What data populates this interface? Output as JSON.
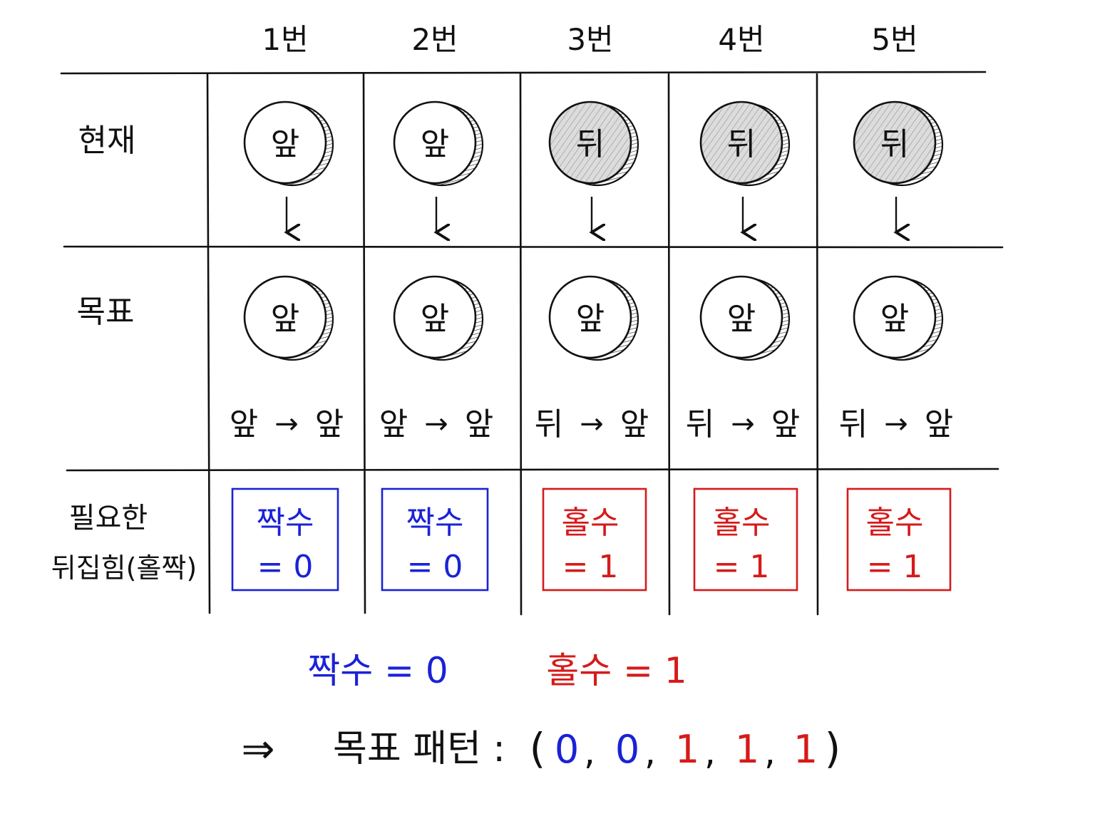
{
  "columns": [
    {
      "label": "1번",
      "current": "앞",
      "target": "앞",
      "current_face": "front",
      "transition": {
        "from": "앞",
        "arrow": "→",
        "to": "앞"
      },
      "parity": {
        "word": "짝수",
        "eq": "= 0",
        "type": "even"
      }
    },
    {
      "label": "2번",
      "current": "앞",
      "target": "앞",
      "current_face": "front",
      "transition": {
        "from": "앞",
        "arrow": "→",
        "to": "앞"
      },
      "parity": {
        "word": "짝수",
        "eq": "= 0",
        "type": "even"
      }
    },
    {
      "label": "3번",
      "current": "뒤",
      "target": "앞",
      "current_face": "back",
      "transition": {
        "from": "뒤",
        "arrow": "→",
        "to": "앞"
      },
      "parity": {
        "word": "홀수",
        "eq": "= 1",
        "type": "odd"
      }
    },
    {
      "label": "4번",
      "current": "뒤",
      "target": "앞",
      "current_face": "back",
      "transition": {
        "from": "뒤",
        "arrow": "→",
        "to": "앞"
      },
      "parity": {
        "word": "홀수",
        "eq": "= 1",
        "type": "odd"
      }
    },
    {
      "label": "5번",
      "current": "뒤",
      "target": "앞",
      "current_face": "back",
      "transition": {
        "from": "뒤",
        "arrow": "→",
        "to": "앞"
      },
      "parity": {
        "word": "홀수",
        "eq": "= 1",
        "type": "odd"
      }
    }
  ],
  "row_labels": {
    "current": "현재",
    "target": "목표",
    "needed_line1": "필요한",
    "needed_line2": "뒤집힘(홀짝)"
  },
  "legend": {
    "even": "짝수 = 0",
    "odd": "홀수 = 1"
  },
  "result": {
    "arrow": "⇒",
    "label": "목표 패턴 :",
    "open": "(",
    "close": ")",
    "separator": ",",
    "values": [
      "0",
      "0",
      "1",
      "1",
      "1"
    ],
    "value_types": [
      "even",
      "even",
      "odd",
      "odd",
      "odd"
    ]
  },
  "colors": {
    "ink": "#111111",
    "even": "#1a22d6",
    "odd": "#d61a1a",
    "coin_back_fill": "#d9d9d9"
  }
}
